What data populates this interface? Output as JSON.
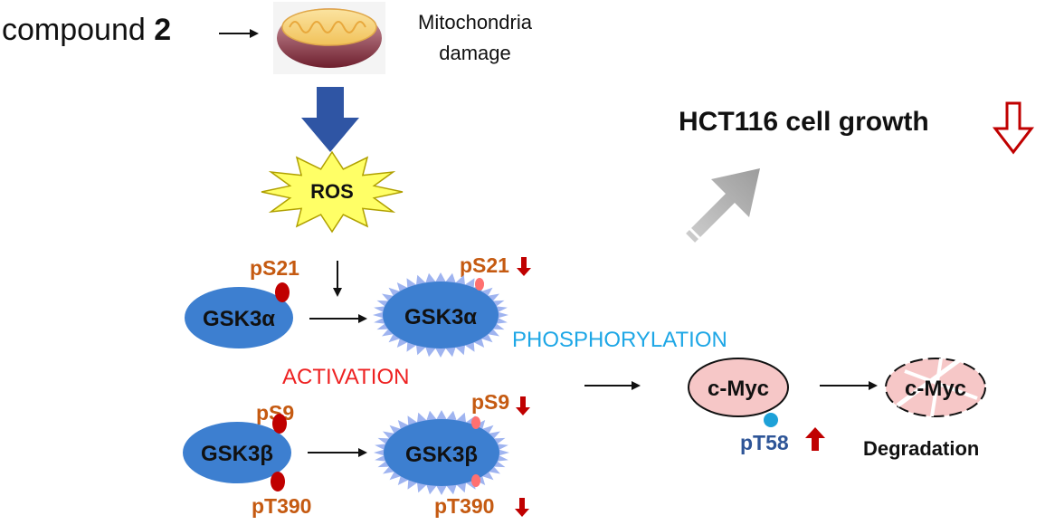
{
  "compound": {
    "prefix": "compound ",
    "number": "2"
  },
  "mitochondria": {
    "line1": "Mitochondria",
    "line2": "damage"
  },
  "ros": "ROS",
  "gsk3a": {
    "inactive_label": "GSK3α",
    "active_label": "GSK3α",
    "site_before": "pS21",
    "site_after": "pS21"
  },
  "gsk3b": {
    "inactive_label": "GSK3β",
    "active_label": "GSK3β",
    "site1_before": "pS9",
    "site1_after": "pS9",
    "site2_before": "pT390",
    "site2_after": "pT390"
  },
  "activation": "ACTIVATION",
  "phosphorylation": "PHOSPHORYLATION",
  "cmyc": {
    "label": "c-Myc",
    "site": "pT58",
    "degraded_label": "c-Myc",
    "degradation": "Degradation"
  },
  "outcome": "HCT116 cell growth",
  "colors": {
    "enzyme_fill": "#3d7fd0",
    "active_glow": "#9fb4f0",
    "phospho_dot_dark": "#c00000",
    "phospho_dot_light": "#ff7070",
    "cmyc_fill": "#f6c7c7",
    "pT58_dot": "#1da1d8",
    "down_arrow": "#c00000",
    "block_arrow_blue": "#2f55a4",
    "block_arrow_grey": "#a6a6a6"
  }
}
